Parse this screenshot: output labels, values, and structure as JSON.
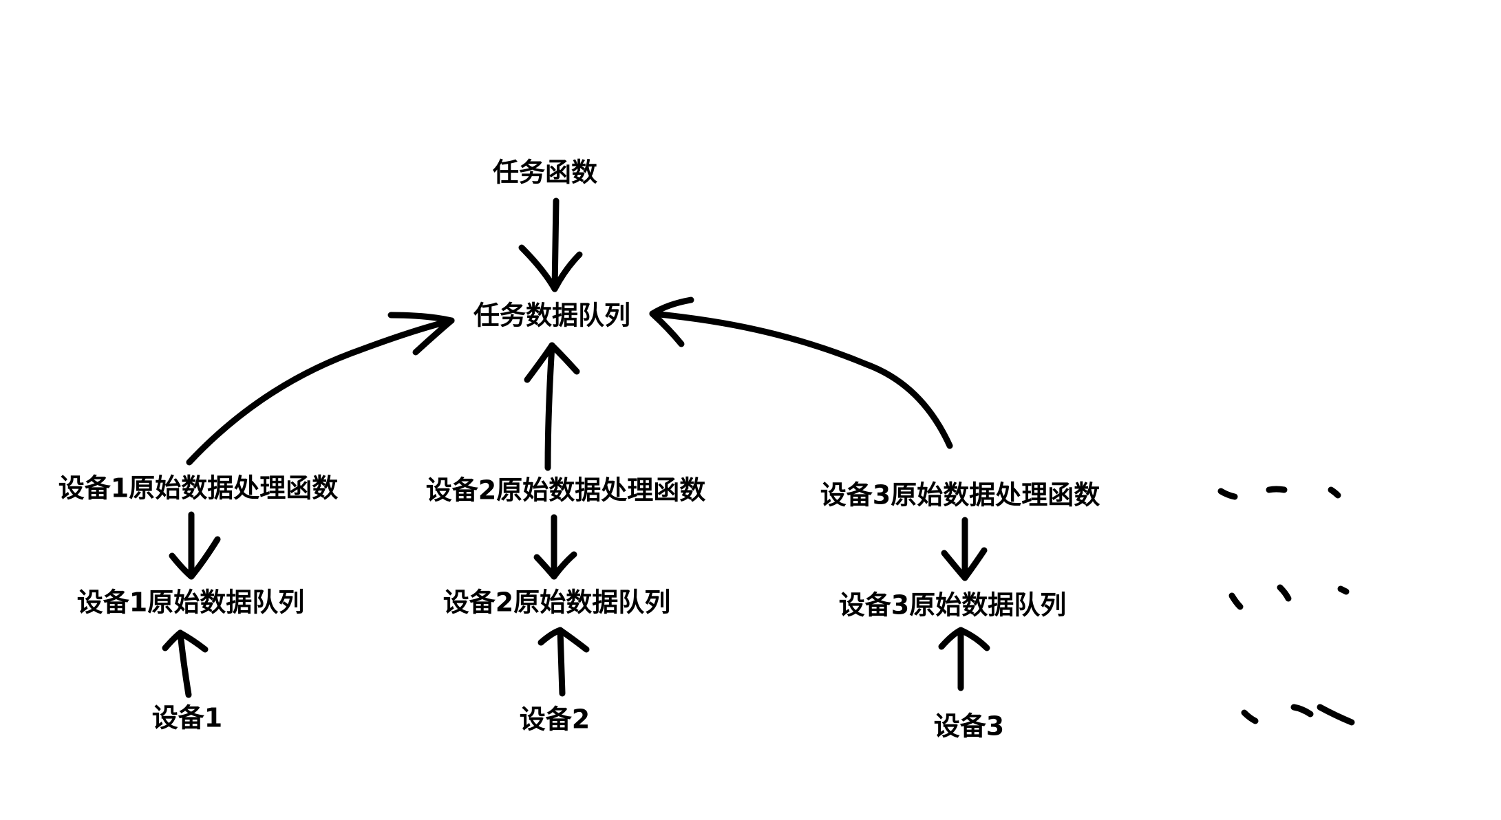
{
  "diagram": {
    "top": {
      "label": "任务函数"
    },
    "queue": {
      "label": "任务数据队列"
    },
    "devices": [
      {
        "processor": "设备1原始数据处理函数",
        "raw_queue": "设备1原始数据队列",
        "device": "设备1"
      },
      {
        "processor": "设备2原始数据处理函数",
        "raw_queue": "设备2原始数据队列",
        "device": "设备2"
      },
      {
        "processor": "设备3原始数据处理函数",
        "raw_queue": "设备3原始数据队列",
        "device": "设备3"
      }
    ],
    "ellipsis_note": "more devices continue (handwritten dots)"
  }
}
